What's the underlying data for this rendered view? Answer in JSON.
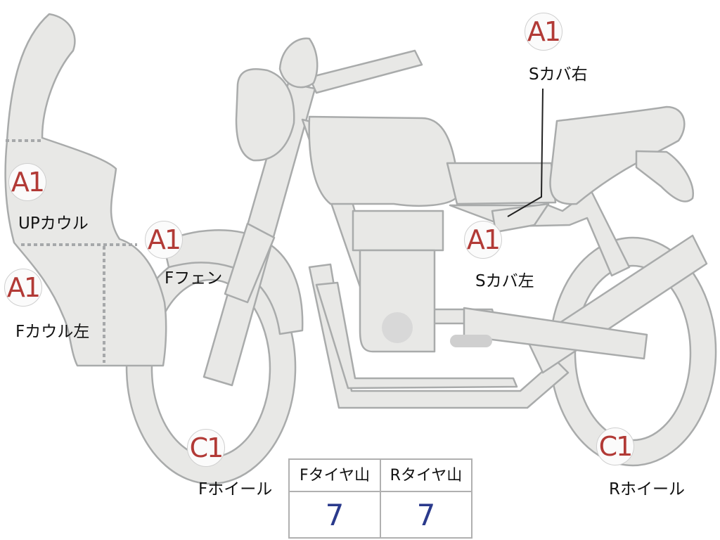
{
  "parts": [
    {
      "id": "up-cowl",
      "grade": "A1",
      "label": "UPカウル"
    },
    {
      "id": "f-cowl-left",
      "grade": "A1",
      "label": "Fカウル左"
    },
    {
      "id": "f-fender",
      "grade": "A1",
      "label": "Fフェン"
    },
    {
      "id": "side-cover-right",
      "grade": "A1",
      "label": "Sカバ右"
    },
    {
      "id": "side-cover-left",
      "grade": "A1",
      "label": "Sカバ左"
    },
    {
      "id": "f-wheel",
      "grade": "C1",
      "label": "Fホイール"
    },
    {
      "id": "r-wheel",
      "grade": "C1",
      "label": "Rホイール"
    }
  ],
  "tire_tread": {
    "front_header": "Fタイヤ山",
    "rear_header": "Rタイヤ山",
    "front_value": "7",
    "rear_value": "7"
  },
  "colors": {
    "grade": "#b23a36",
    "tread_value": "#2a3a8c",
    "part_fill": "#e8e8e6",
    "part_outline": "#a9abab"
  }
}
